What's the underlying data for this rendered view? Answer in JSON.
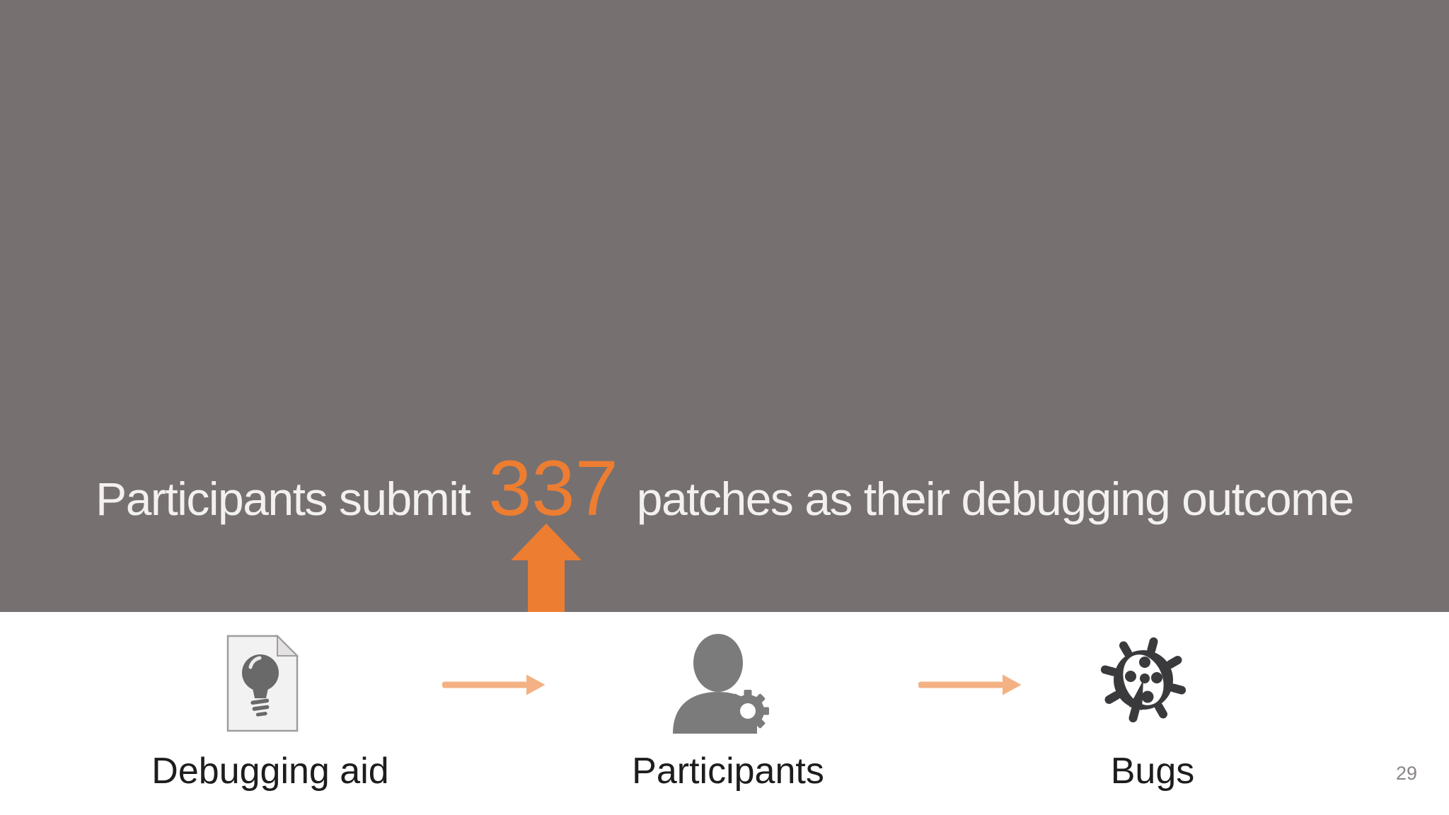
{
  "slide": {
    "headline": {
      "prefix": "Participants submit",
      "highlight_number": "337",
      "suffix": "patches as their debugging outcome"
    },
    "flow": {
      "steps": [
        {
          "label": "Debugging aid",
          "icon": "document-lightbulb-icon"
        },
        {
          "label": "Participants",
          "icon": "person-gear-icon"
        },
        {
          "label": "Bugs",
          "icon": "bug-icon"
        }
      ],
      "connector_icon": "right-arrow-icon"
    },
    "page_number": "29",
    "colors": {
      "background_gray": "#767071",
      "band_white": "#FFFFFF",
      "headline_text": "#F3F0F0",
      "accent_orange": "#ED7D31",
      "arrow_light_orange": "#F4B183",
      "label_text": "#1D1D1F",
      "icon_gray": "#7B7B7B",
      "icon_dark": "#3A3A3C",
      "page_number_gray": "#8A8587"
    }
  }
}
